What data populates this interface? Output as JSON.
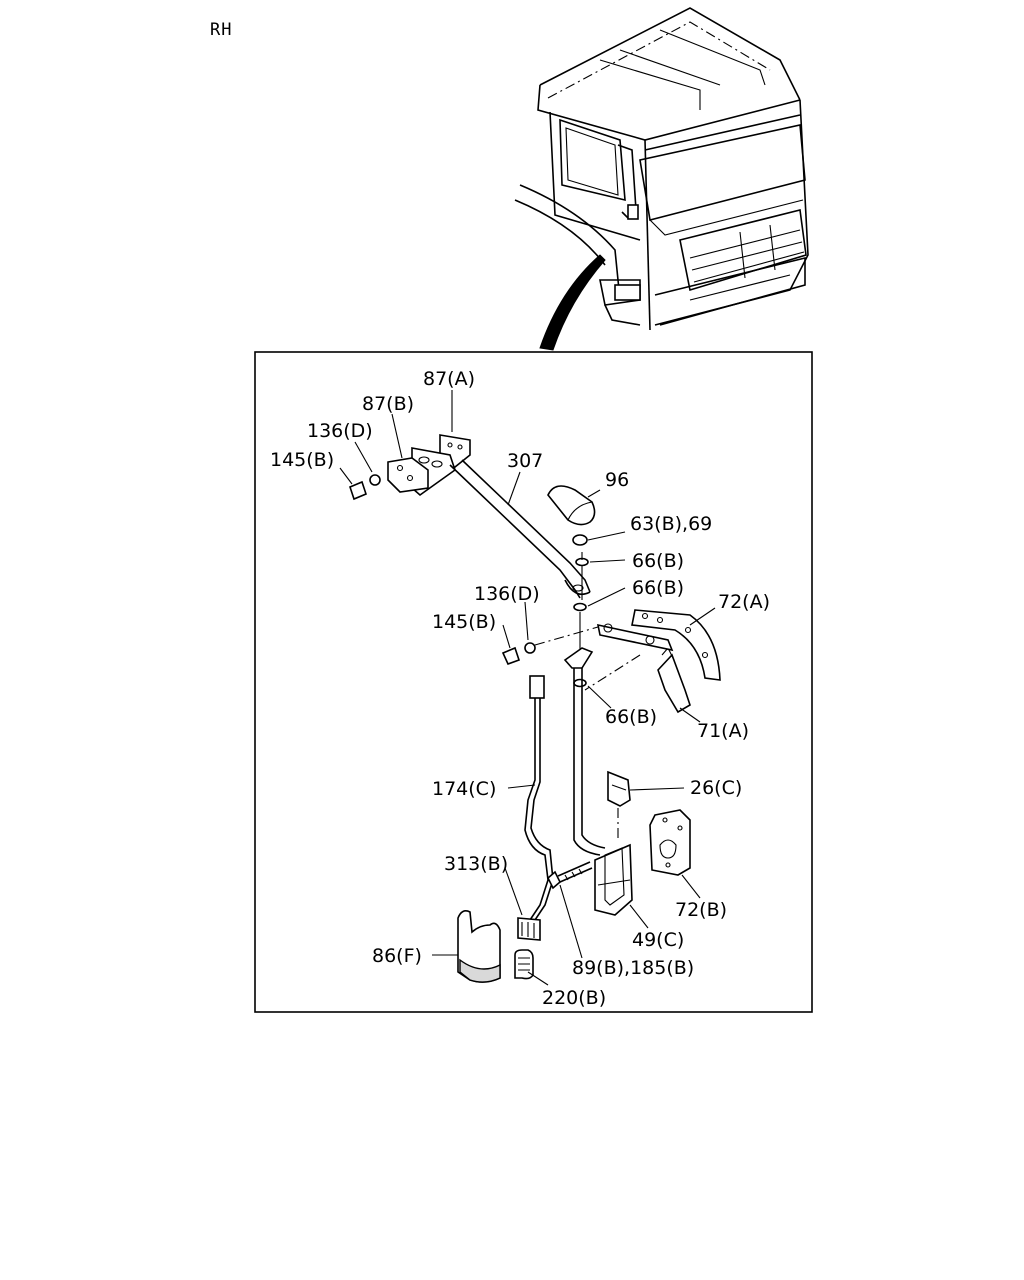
{
  "header": {
    "side": "RH"
  },
  "callouts": [
    {
      "id": "c87a",
      "text": "87(A)"
    },
    {
      "id": "c87b",
      "text": "87(B)"
    },
    {
      "id": "c136d_top",
      "text": "136(D)"
    },
    {
      "id": "c145b_top",
      "text": "145(B)"
    },
    {
      "id": "c307",
      "text": "307"
    },
    {
      "id": "c96",
      "text": "96"
    },
    {
      "id": "c63b69",
      "text": "63(B),69"
    },
    {
      "id": "c66b_1",
      "text": "66(B)"
    },
    {
      "id": "c66b_2",
      "text": "66(B)"
    },
    {
      "id": "c136d_mid",
      "text": "136(D)"
    },
    {
      "id": "c145b_mid",
      "text": "145(B)"
    },
    {
      "id": "c72a",
      "text": "72(A)"
    },
    {
      "id": "c66b_3",
      "text": "66(B)"
    },
    {
      "id": "c71a",
      "text": "71(A)"
    },
    {
      "id": "c174c",
      "text": "174(C)"
    },
    {
      "id": "c26c",
      "text": "26(C)"
    },
    {
      "id": "c313b",
      "text": "313(B)"
    },
    {
      "id": "c72b",
      "text": "72(B)"
    },
    {
      "id": "c49c",
      "text": "49(C)"
    },
    {
      "id": "c86f",
      "text": "86(F)"
    },
    {
      "id": "c89b185b",
      "text": "89(B),185(B)"
    },
    {
      "id": "c220b",
      "text": "220(B)"
    }
  ]
}
